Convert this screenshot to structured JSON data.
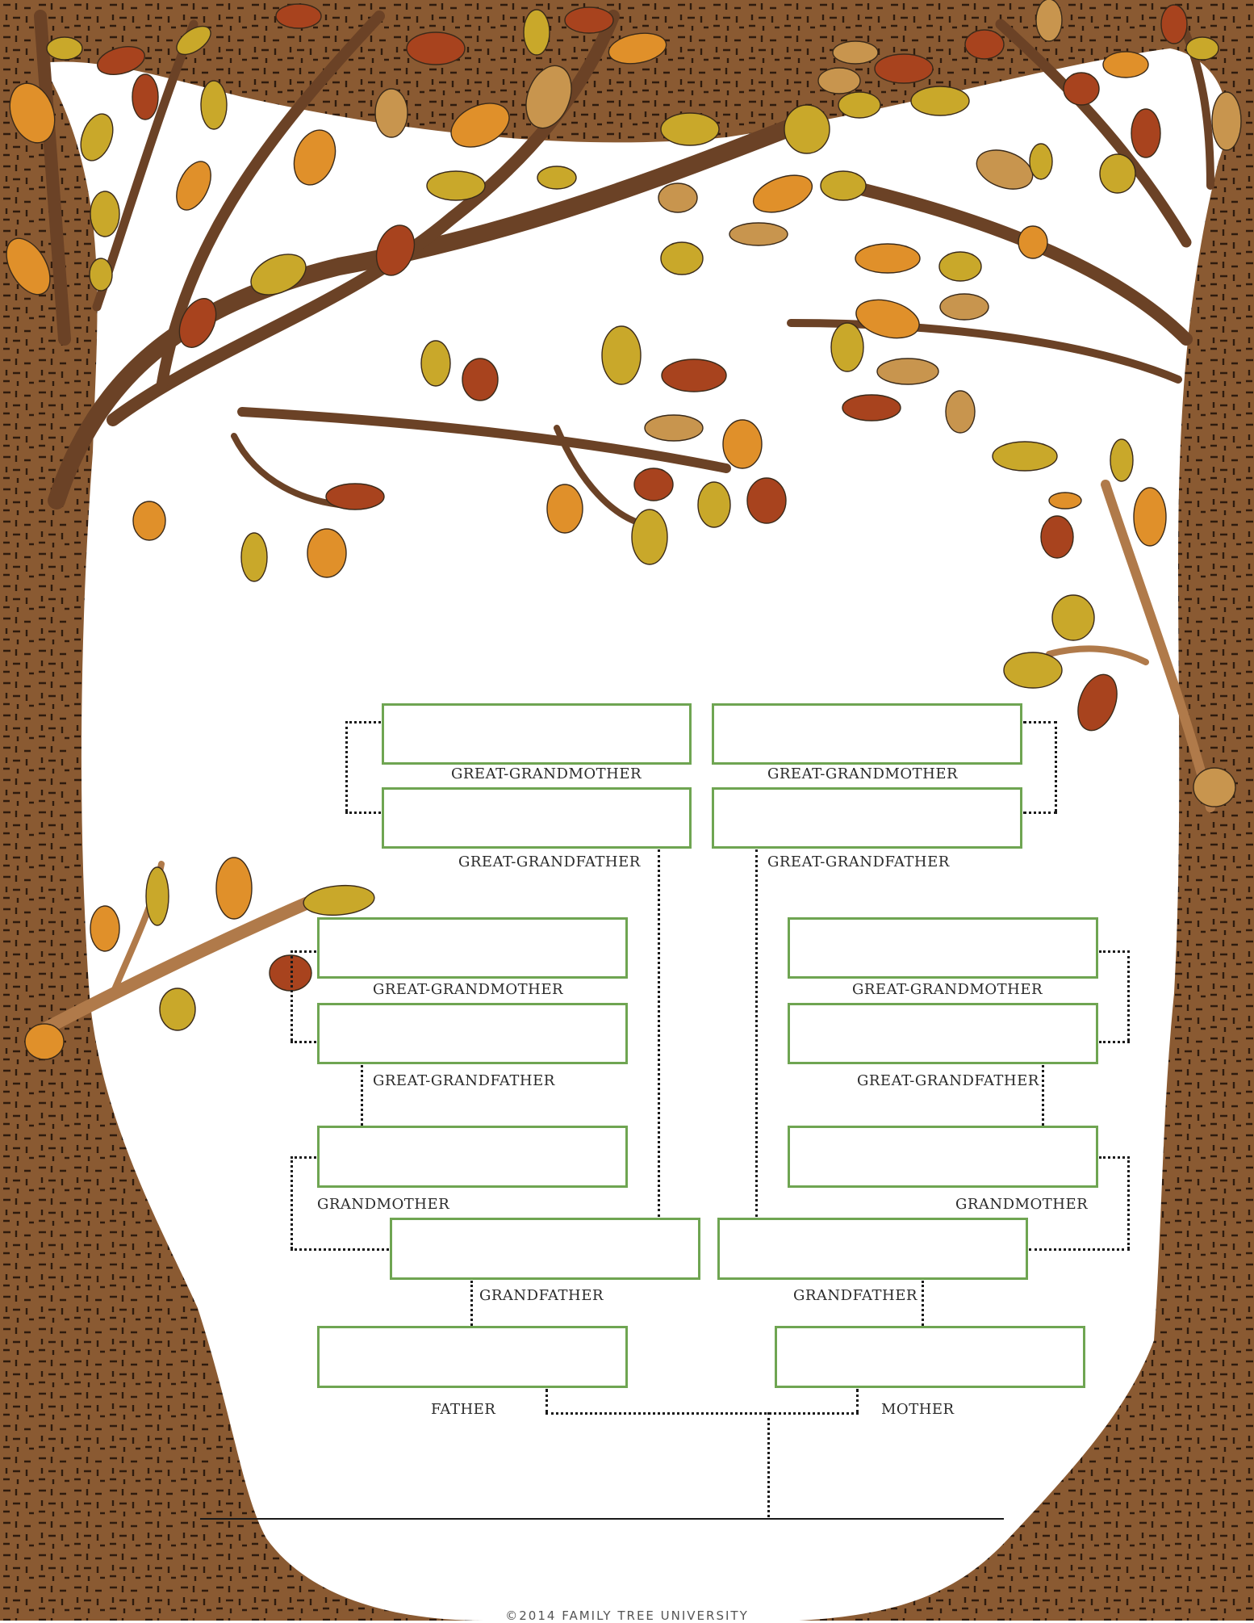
{
  "chart": {
    "labels": {
      "ggm_tl": "GREAT-GRANDMOTHER",
      "ggf_tl": "GREAT-GRANDFATHER",
      "ggm_tr": "GREAT-GRANDMOTHER",
      "ggf_tr": "GREAT-GRANDFATHER",
      "ggm_ml": "GREAT-GRANDMOTHER",
      "ggf_ml": "GREAT-GRANDFATHER",
      "ggm_mr": "GREAT-GRANDMOTHER",
      "ggf_mr": "GREAT-GRANDFATHER",
      "gm_l": "GRANDMOTHER",
      "gm_r": "GRANDMOTHER",
      "gf_l": "GRANDFATHER",
      "gf_r": "GRANDFATHER",
      "father": "FATHER",
      "mother": "MOTHER"
    }
  },
  "footer": "©2014 FAMILY TREE UNIVERSITY",
  "colors": {
    "box_border": "#6fa552",
    "trunk": "#8a5a32",
    "leaf_orange": "#e0902a",
    "leaf_rust": "#a8431e",
    "leaf_olive": "#c9a82a",
    "leaf_tan": "#c8954e"
  }
}
